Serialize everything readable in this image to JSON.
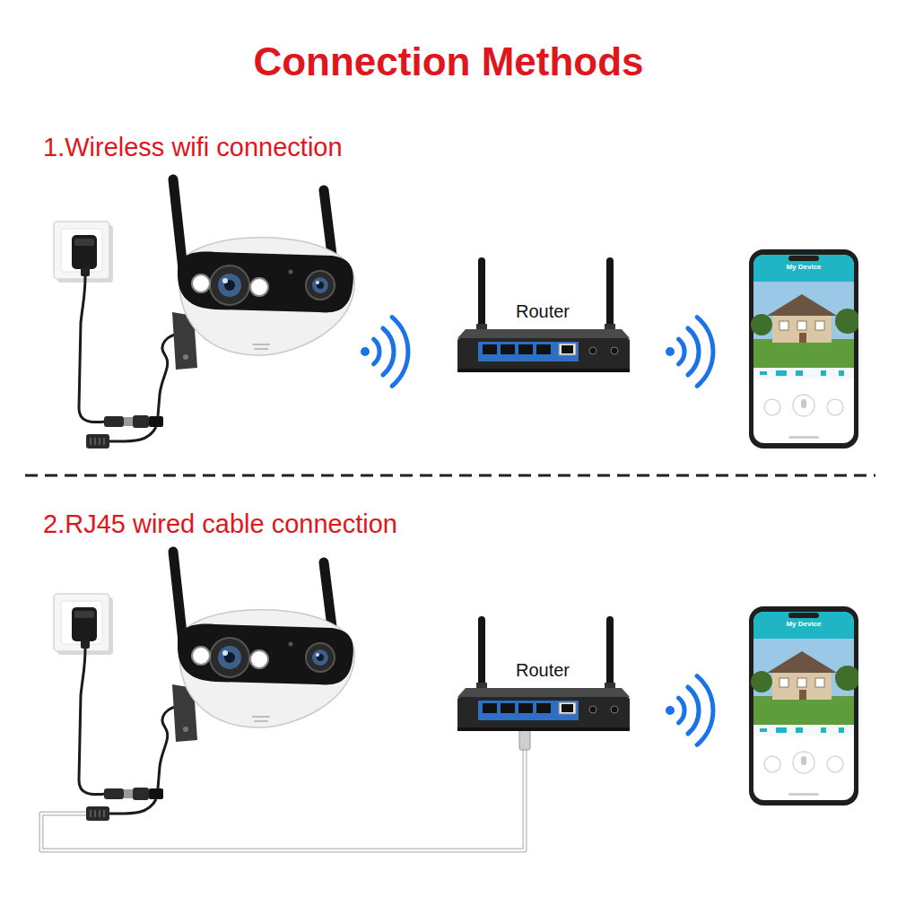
{
  "diagram": {
    "title": "Connection Methods",
    "nodes": [
      {
        "text": [
          "Router"
        ]
      },
      {
        "text": [
          "My Device"
        ]
      },
      {
        "text": [
          "Router"
        ]
      },
      {
        "text": [
          "My Device"
        ]
      }
    ],
    "labels": [
      "1.Wireless wifi connection",
      "2.RJ45 wired cable connection"
    ]
  }
}
